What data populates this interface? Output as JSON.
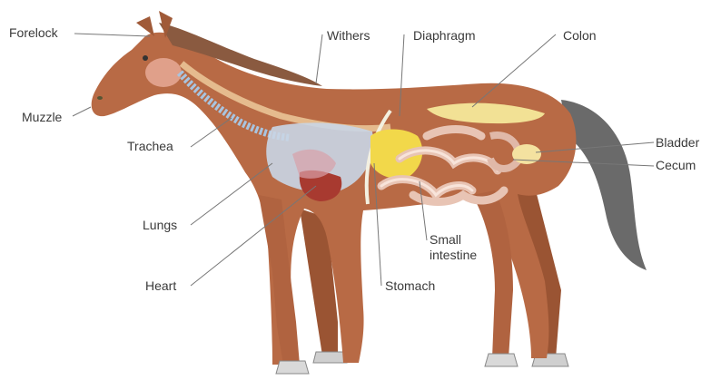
{
  "labels": {
    "forelock": "Forelock",
    "muzzle": "Muzzle",
    "trachea": "Trachea",
    "lungs": "Lungs",
    "heart": "Heart",
    "withers": "Withers",
    "diaphragm": "Diaphragm",
    "colon": "Colon",
    "bladder": "Bladder",
    "cecum": "Cecum",
    "small_intestine_line1": "Small",
    "small_intestine_line2": "intestine",
    "stomach": "Stomach"
  },
  "colors": {
    "coat": "#b86a45",
    "coat_shadow": "#9a5433",
    "mane_tail": "#6e6e6e",
    "hoof": "#d9d9d9",
    "lungs": "#c9d6e6",
    "heart": "#a83a30",
    "stomach": "#f2d84a",
    "colon": "#f4e89a",
    "intestine": "#e8c9b8",
    "trachea": "#a8c4e0",
    "leader": "#777777"
  }
}
